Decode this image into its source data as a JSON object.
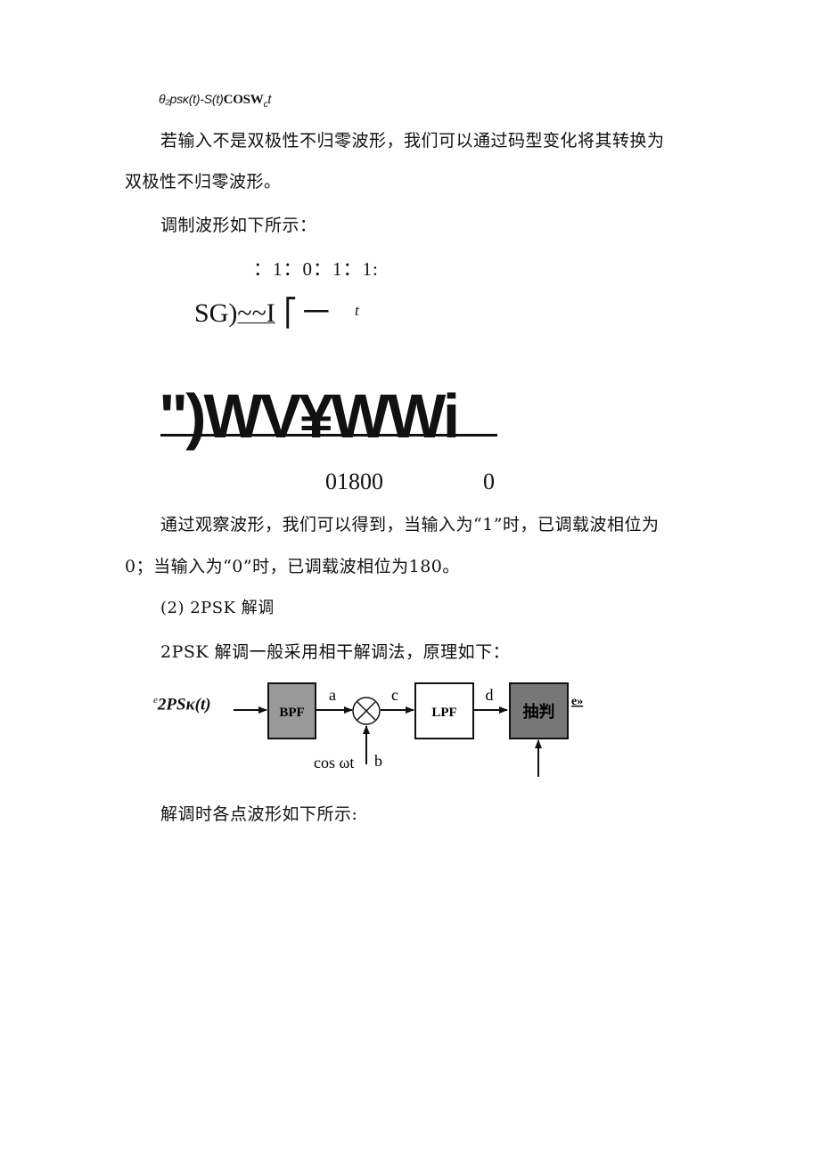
{
  "formula": {
    "lhs": "θ₂psκ(t)-S(t)",
    "cos": "COSW",
    "sub": "c",
    "t": "t"
  },
  "para1": {
    "line1": "若输入不是双极性不归零波形，我们可以通过码型变化将其转换为",
    "line2": "双极性不归零波形。"
  },
  "para2": "调制波形如下所示：",
  "bits_row": "：1：0：1：1:",
  "signal": {
    "label": "SG)",
    "underlined": "~~I",
    "bracket": "⎡",
    "dash": "一",
    "t": "t"
  },
  "wave_text": "\")WV¥WWi",
  "phases": {
    "a": "01800",
    "b": "0"
  },
  "para3": {
    "line1": "通过观察波形，我们可以得到，当输入为“1”时，已调载波相位为",
    "line2": "0；当输入为“0”时，已调载波相位为180。"
  },
  "section": "(2) 2PSK 解调",
  "para5": "2PSK 解调一般采用相干解调法，原理如下：",
  "diagram": {
    "input_sup": "e",
    "input_label": "2PSκ(t)",
    "bpf": "BPF",
    "lpf": "LPF",
    "decide": "抽判",
    "a": "a",
    "b": "b",
    "c": "c",
    "d": "d",
    "output": "e»",
    "carrier": "cos ωt"
  },
  "para6": "解调时各点波形如下所示:"
}
